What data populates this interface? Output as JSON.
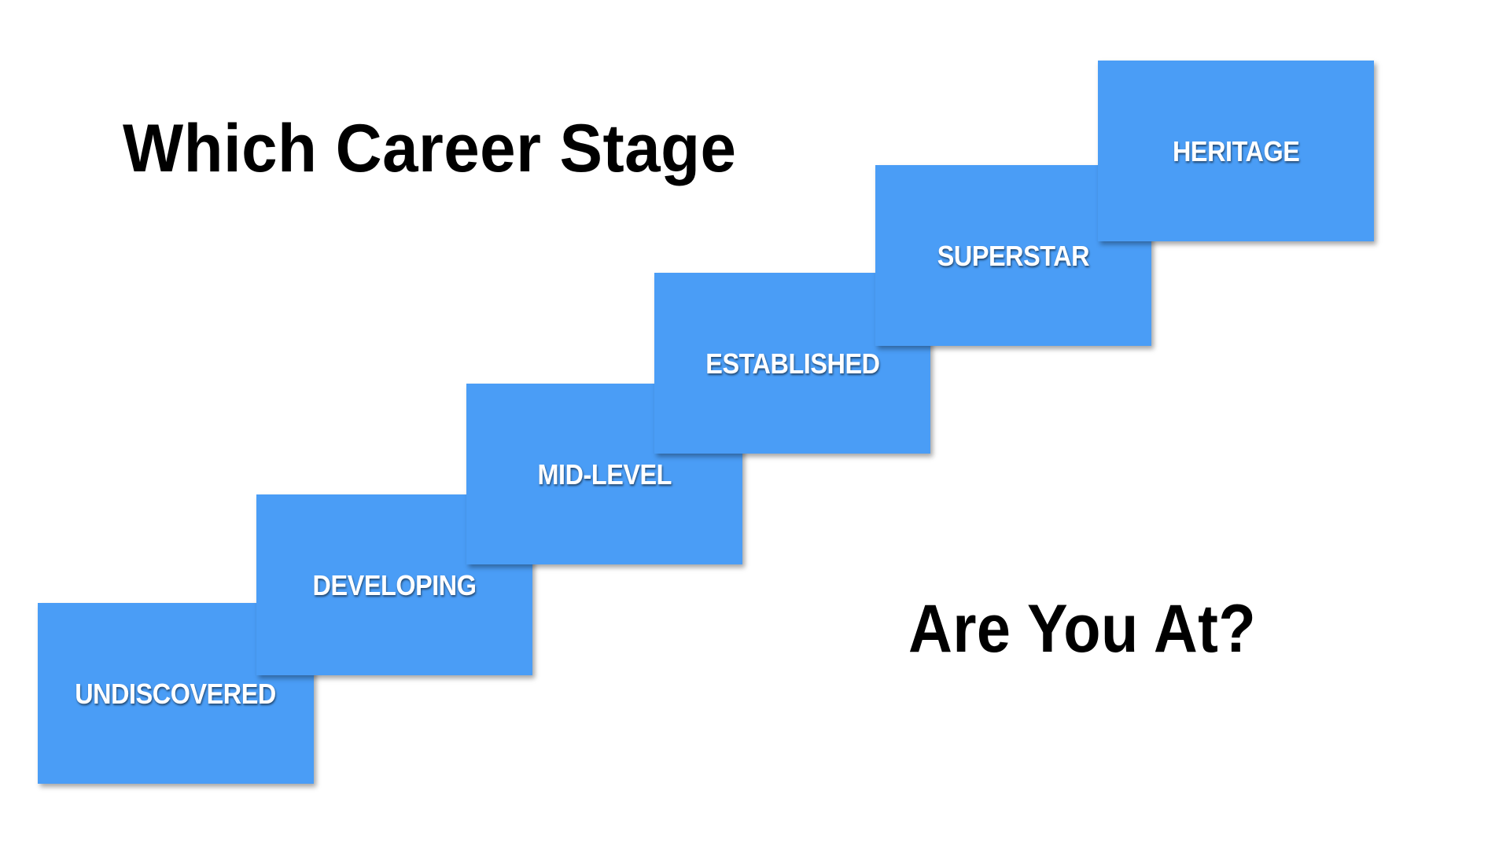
{
  "slide": {
    "title_line1": "Which Career Stage",
    "title_line2": "Are You At?",
    "colors": {
      "stage_fill": "#4a9df6",
      "stage_text": "#ffffff",
      "title_text": "#000000",
      "background": "#ffffff"
    }
  },
  "stages": [
    {
      "label": "UNDISCOVERED"
    },
    {
      "label": "DEVELOPING"
    },
    {
      "label": "MID-LEVEL"
    },
    {
      "label": "ESTABLISHED"
    },
    {
      "label": "SUPERSTAR"
    },
    {
      "label": "HERITAGE"
    }
  ]
}
